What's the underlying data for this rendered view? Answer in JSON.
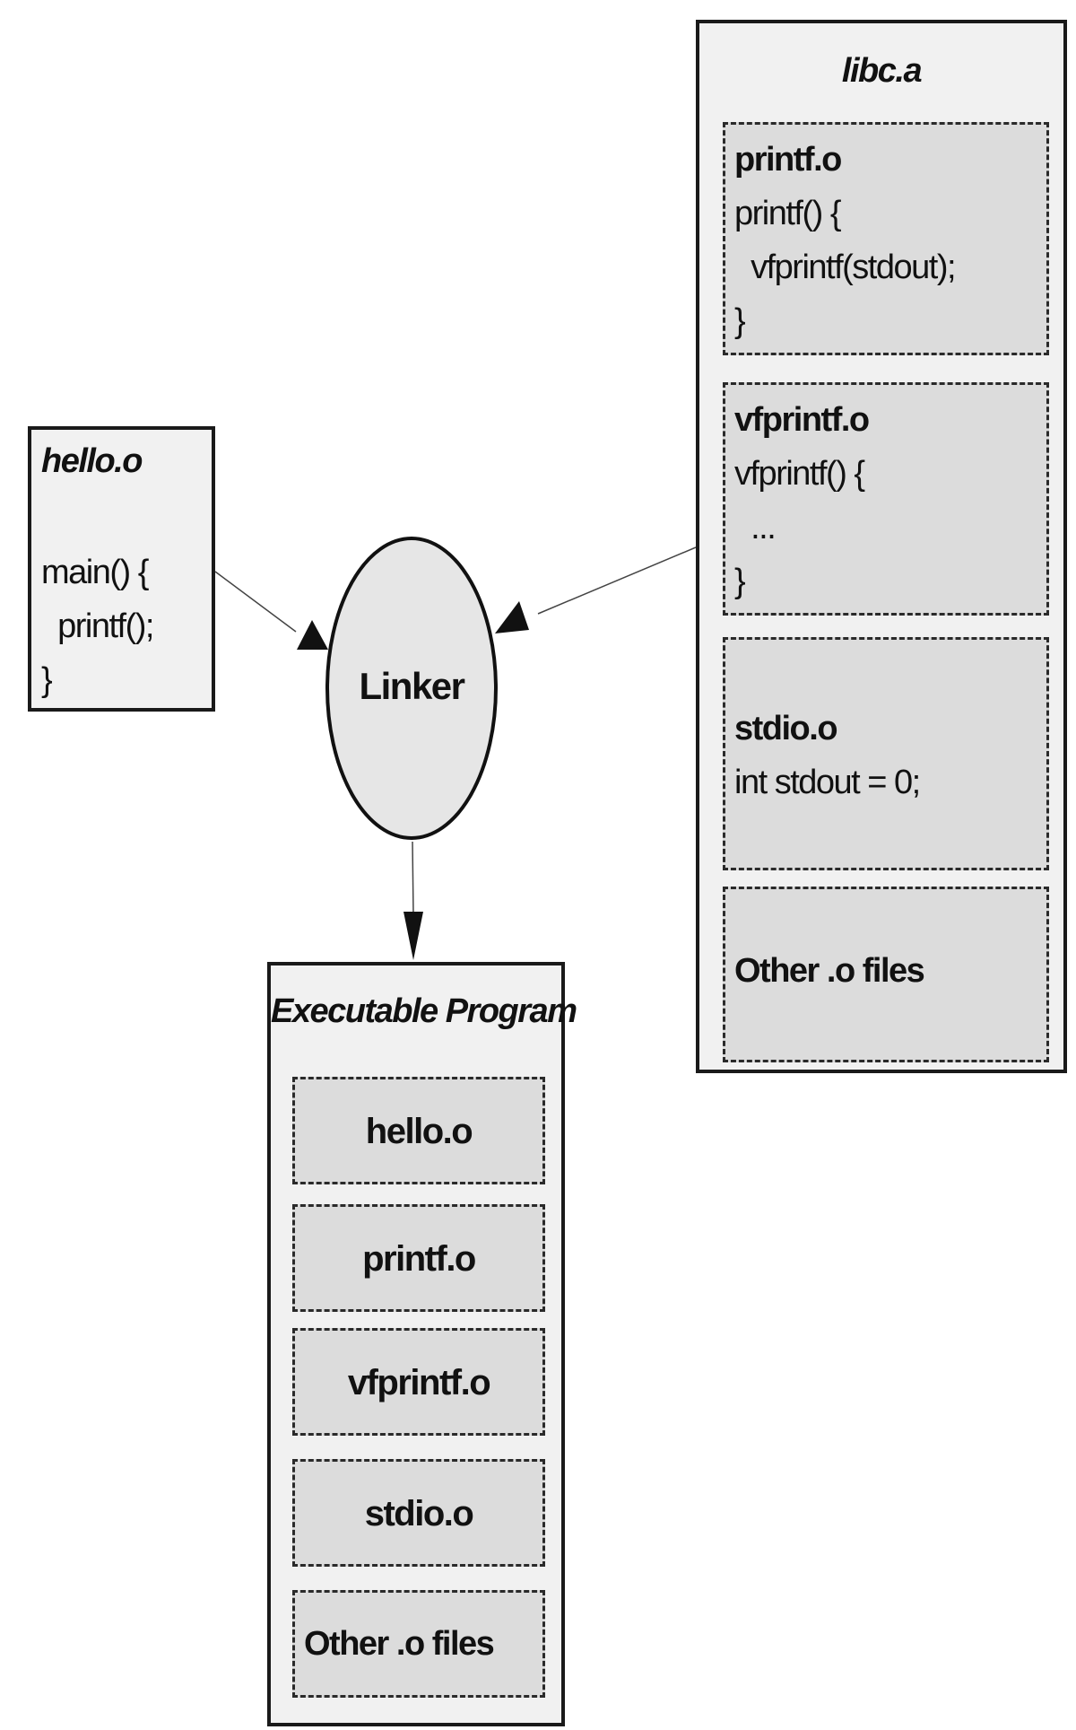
{
  "hello_o": {
    "title": "hello.o",
    "code": [
      "main() {",
      "  printf();",
      "}"
    ]
  },
  "linker": {
    "label": "Linker"
  },
  "libc": {
    "title": "libc.a",
    "printf_o": {
      "title": "printf.o",
      "code": [
        "printf() {",
        "  vfprintf(stdout);",
        "}"
      ]
    },
    "vfprintf_o": {
      "title": "vfprintf.o",
      "code": [
        "vfprintf() {",
        "  ...",
        "}"
      ]
    },
    "stdio_o": {
      "title": "stdio.o",
      "code": [
        "int stdout = 0;"
      ]
    },
    "other": {
      "title": "Other .o files"
    }
  },
  "executable": {
    "title": "Executable Program",
    "items": [
      "hello.o",
      "printf.o",
      "vfprintf.o",
      "stdio.o",
      "Other .o files"
    ]
  }
}
